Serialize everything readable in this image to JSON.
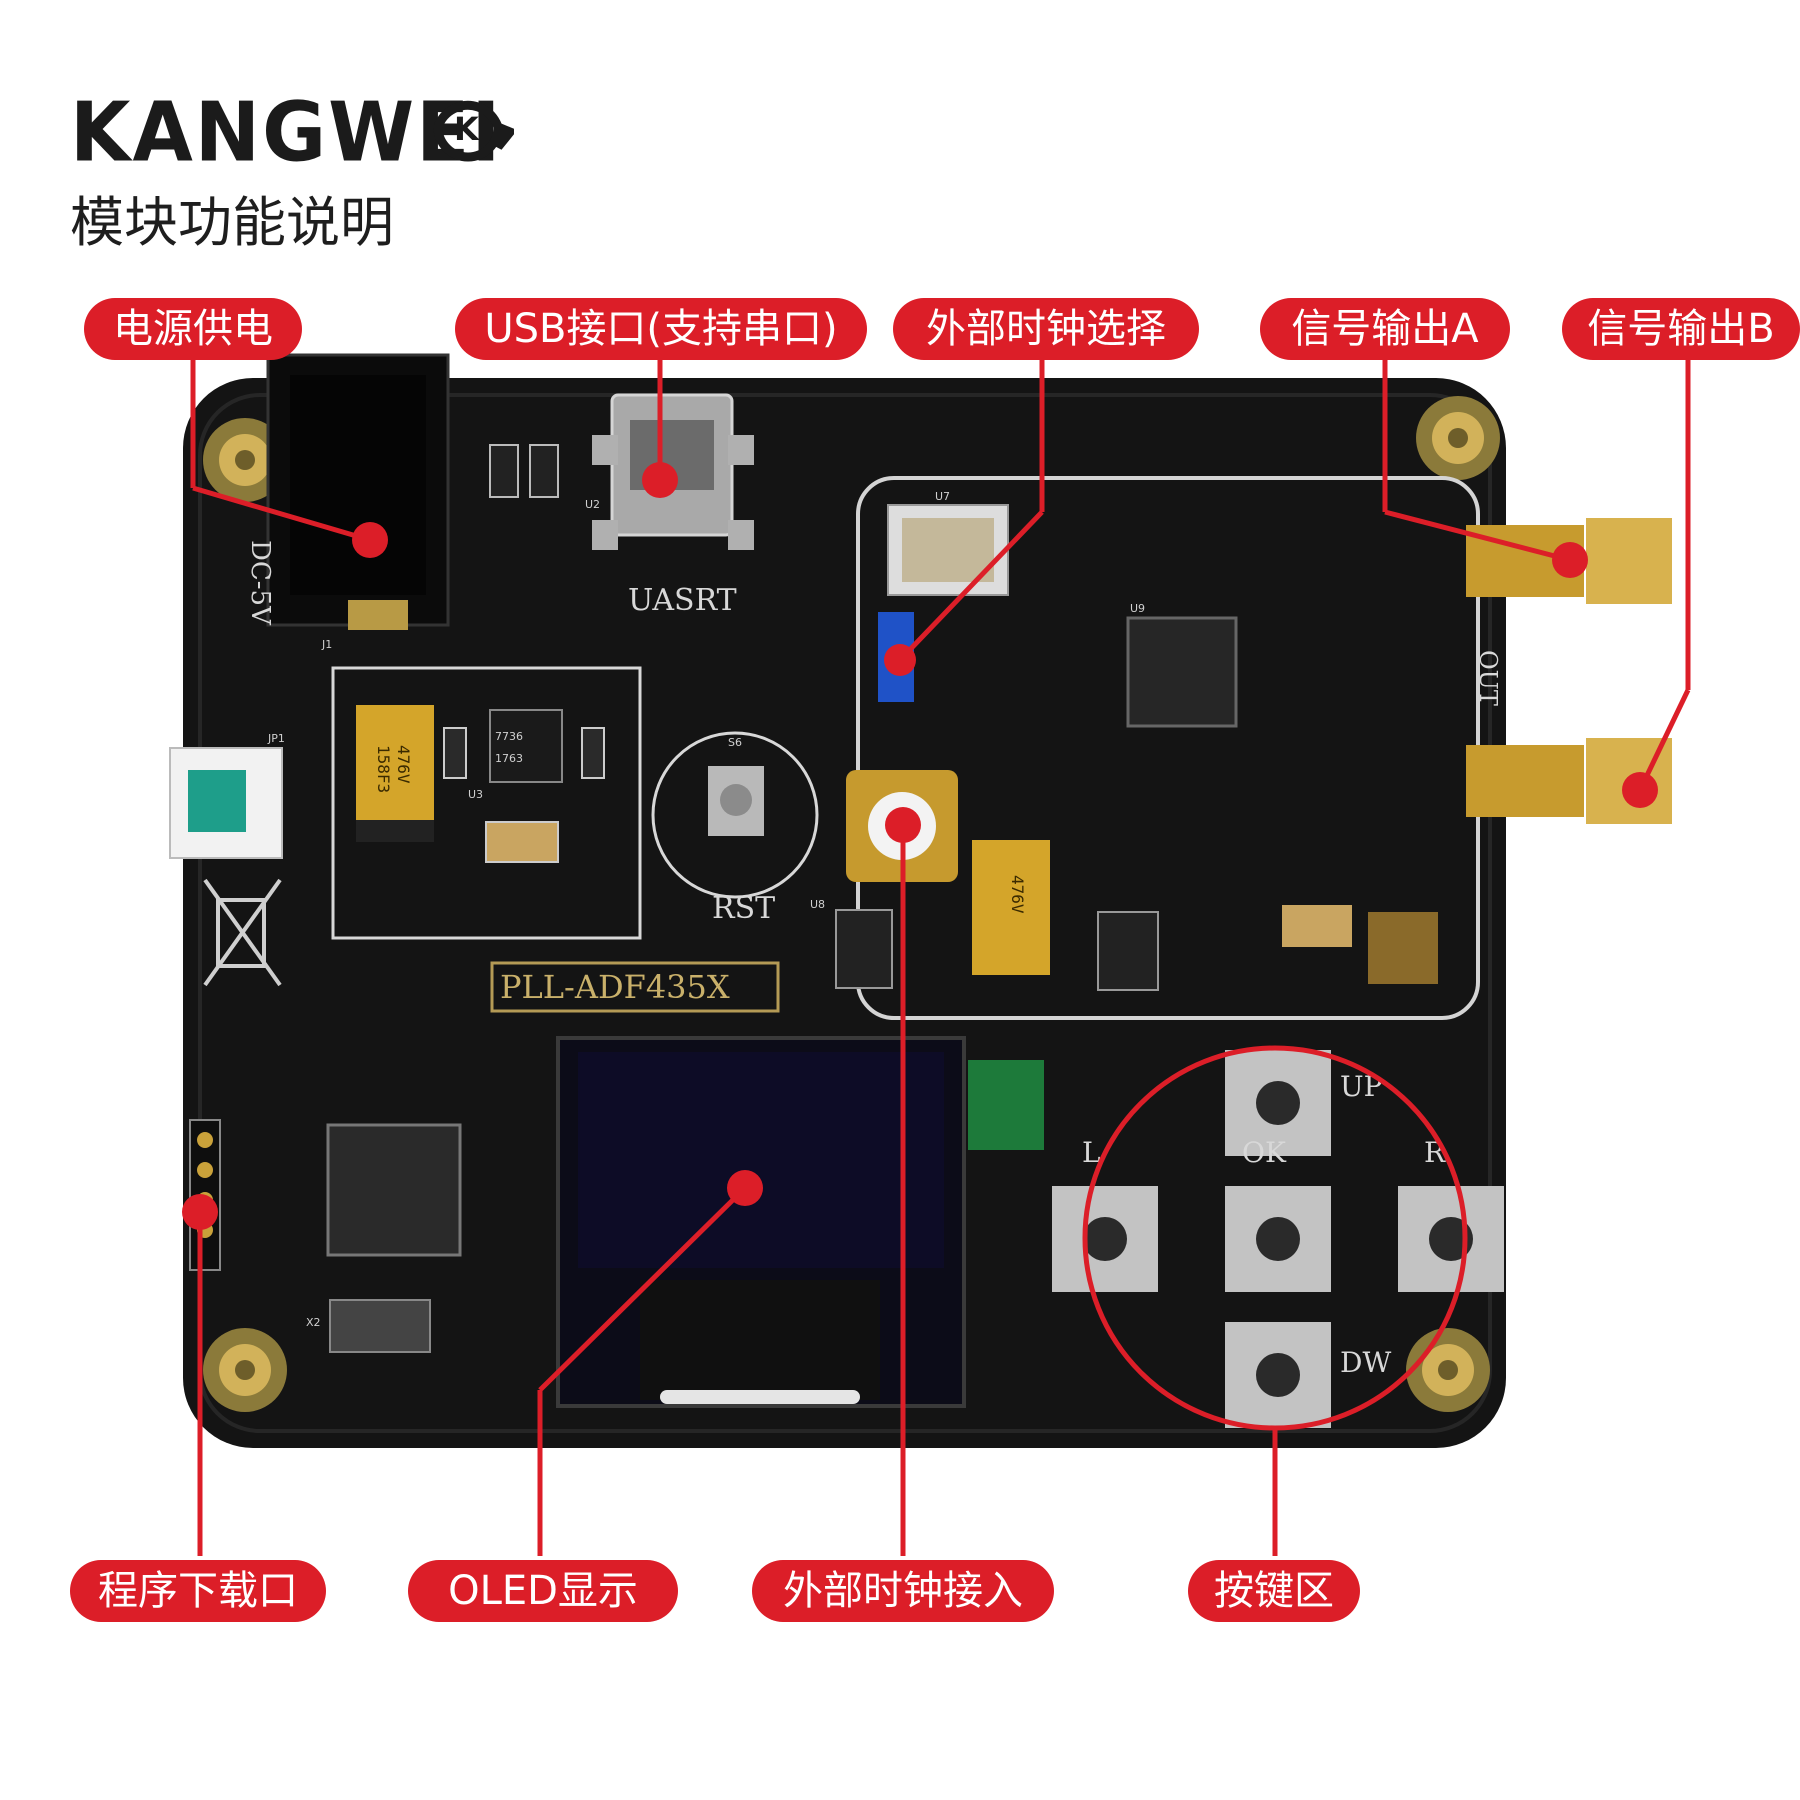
{
  "header": {
    "brand": "KANGWEI",
    "logo_mark": "K",
    "subtitle": "模块功能说明"
  },
  "callouts": {
    "power": "电源供电",
    "usb": "USB接口(支持串口)",
    "ext_clock_select": "外部时钟选择",
    "output_a": "信号输出A",
    "output_b": "信号输出B",
    "program_port": "程序下载口",
    "oled": "OLED显示",
    "ext_clock_in": "外部时钟接入",
    "keys": "按键区"
  },
  "board": {
    "name": "PLL-ADF435X",
    "power_label": "DC-5V",
    "uart_label": "UASRT",
    "reset_label": "RST",
    "output_label": "OUT",
    "key_up": "UP",
    "key_ok": "OK",
    "key_left": "L",
    "key_right": "R",
    "key_down": "DW",
    "cap_code": "476V",
    "cap_code2": "158F3",
    "reg_code": "1763",
    "reg_code2": "7736",
    "jp_label": "JP1",
    "u3": "U3",
    "u2": "U2",
    "u9": "U9",
    "u7": "U7",
    "u8": "U8",
    "s6": "S6",
    "j1": "J1",
    "x2": "X2"
  },
  "colors": {
    "accent": "#dc1e28",
    "pcb": "#151515",
    "gold": "#c9a13a"
  }
}
